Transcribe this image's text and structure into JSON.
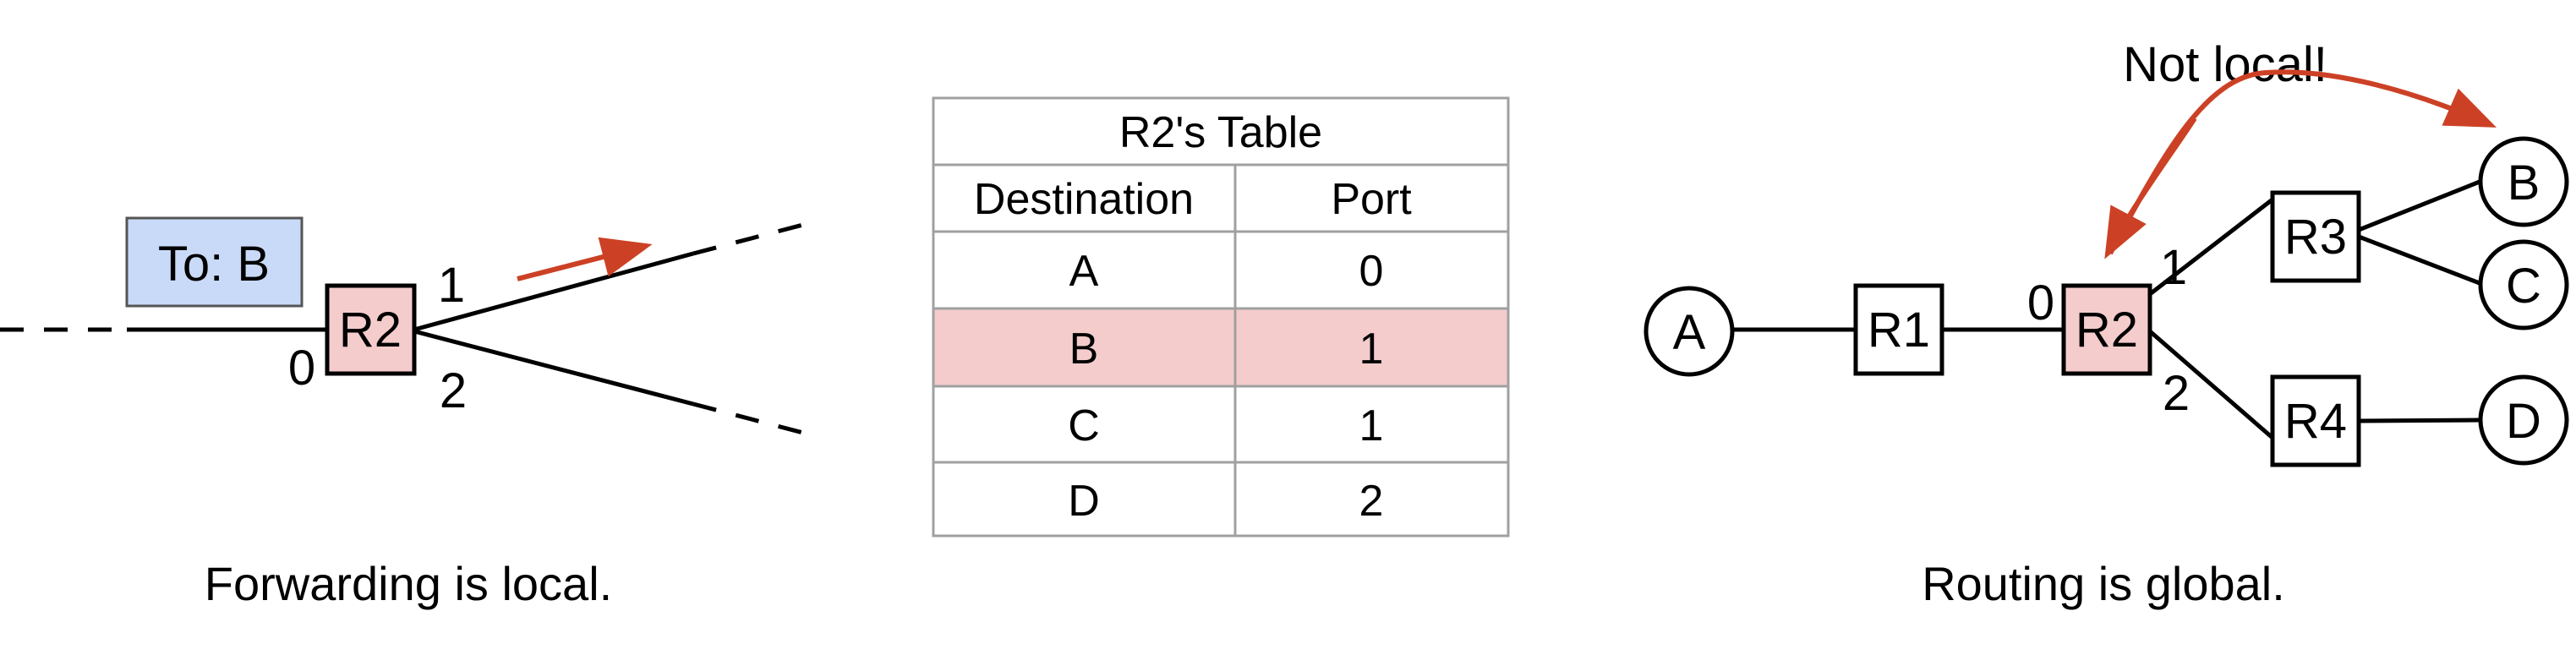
{
  "colors": {
    "router_highlight": "#f4cccc",
    "label_box": "#c9daf8",
    "accent_red": "#cc4125",
    "row_highlight": "#f4cccc"
  },
  "left": {
    "label_box": "To: B",
    "router": "R2",
    "ports": {
      "p0": "0",
      "p1": "1",
      "p2": "2"
    },
    "caption": "Forwarding is local."
  },
  "table": {
    "title": "R2's Table",
    "headers": [
      "Destination",
      "Port"
    ],
    "rows": [
      {
        "destination": "A",
        "port": "0",
        "highlight": false
      },
      {
        "destination": "B",
        "port": "1",
        "highlight": true
      },
      {
        "destination": "C",
        "port": "1",
        "highlight": false
      },
      {
        "destination": "D",
        "port": "2",
        "highlight": false
      }
    ]
  },
  "right": {
    "hosts": {
      "a": "A",
      "b": "B",
      "c": "C",
      "d": "D"
    },
    "routers": {
      "r1": "R1",
      "r2": "R2",
      "r3": "R3",
      "r4": "R4"
    },
    "ports": {
      "p0": "0",
      "p1": "1",
      "p2": "2"
    },
    "annotation": "Not local!",
    "caption": "Routing is global."
  }
}
